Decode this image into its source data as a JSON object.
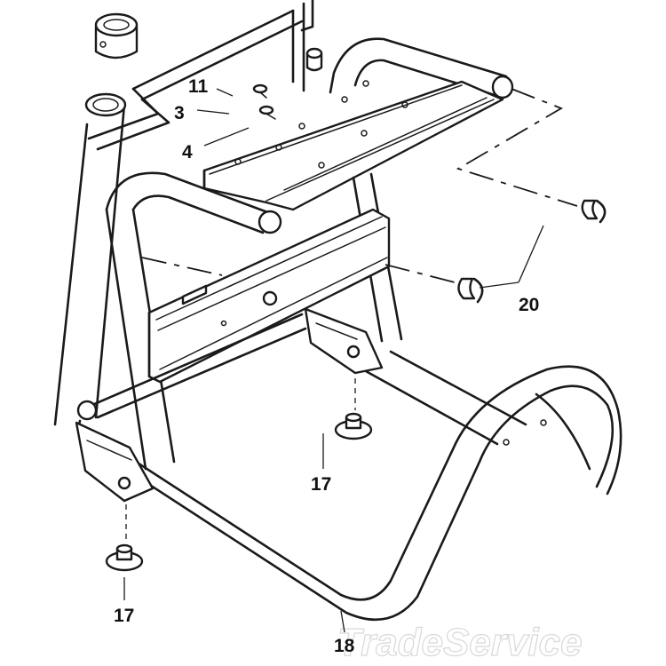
{
  "callouts": {
    "c11": "11",
    "c3": "3",
    "c4": "4",
    "c20": "20",
    "c17_center": "17",
    "c17_bottom": "17",
    "c18": "18"
  },
  "watermark": "TradeService",
  "colors": {
    "line": "#1a1a1a",
    "background": "#ffffff",
    "watermark": "#d8d8d8"
  }
}
